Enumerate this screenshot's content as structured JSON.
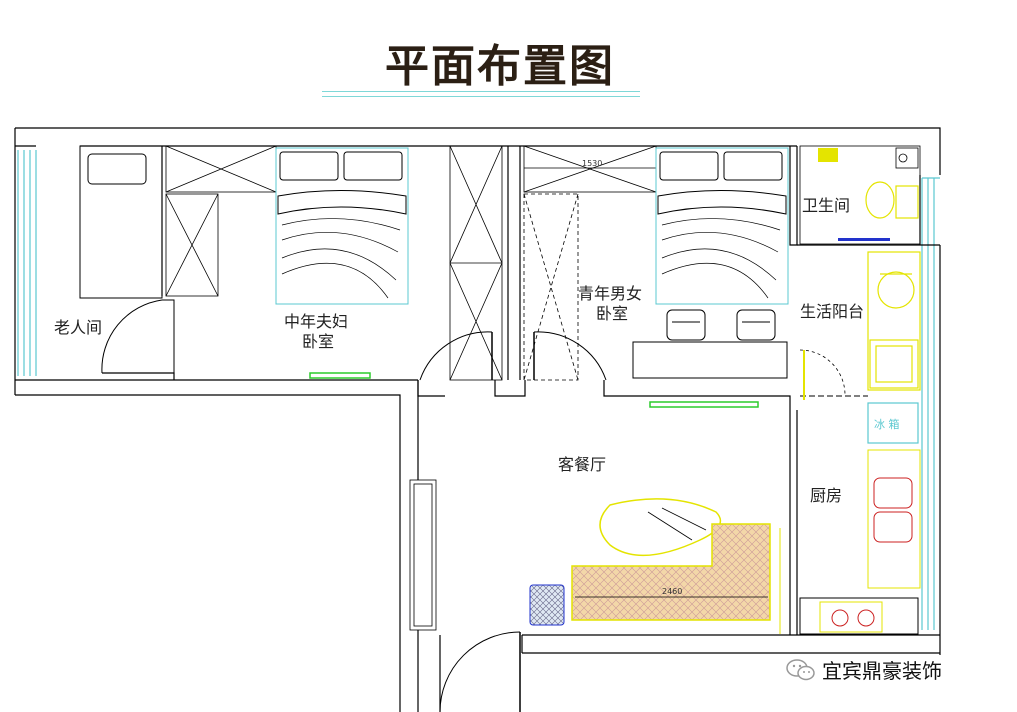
{
  "title": "平面布置图",
  "rooms": {
    "elderly_room": "老人间",
    "master_bedroom_line1": "中年夫妇",
    "master_bedroom_line2": "卧室",
    "youth_bedroom_line1": "青年男女",
    "youth_bedroom_line2": "卧室",
    "bathroom": "卫生间",
    "balcony": "生活阳台",
    "living_dining": "客餐厅",
    "kitchen": "厨房"
  },
  "fixtures": {
    "fridge": "冰 箱"
  },
  "dimensions": {
    "wardrobe_width": "1530",
    "sofa_length": "2460"
  },
  "watermark": {
    "text": "宜宾鼎豪装饰",
    "icon": "wechat-icon"
  },
  "colors": {
    "wall": "#000000",
    "window": "#5bc8d0",
    "furniture": "#000000",
    "appliance": "#e4e400",
    "radiator": "#2ccc2c",
    "sofa_fill": "#f0c890"
  }
}
